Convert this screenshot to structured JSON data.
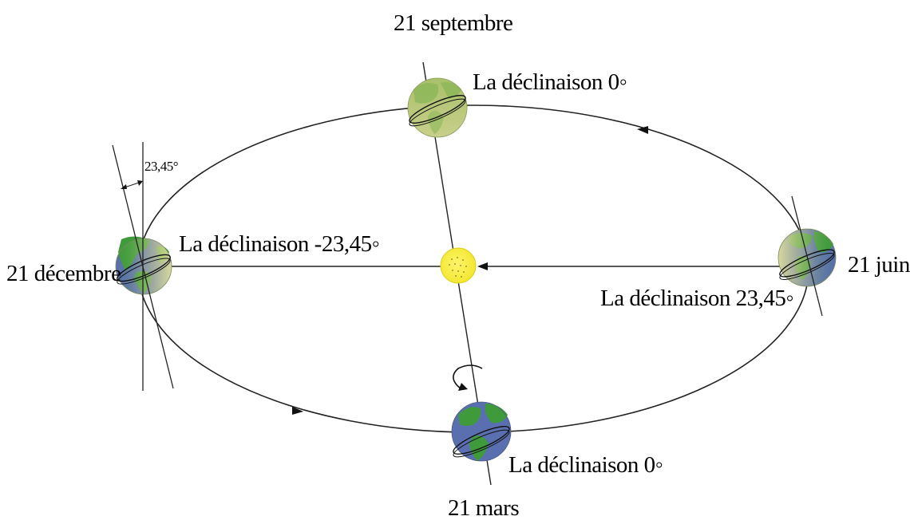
{
  "dates": {
    "september": "21 septembre",
    "december": "21 décembre",
    "june": "21 juin",
    "march": "21 mars"
  },
  "declinations": {
    "september": "La déclinaison 0◦",
    "december": "La déclinaison -23,45◦",
    "june": "La déclinaison 23,45◦",
    "march": "La déclinaison 0◦"
  },
  "tilt_angle": "23,45°",
  "colors": {
    "orbit": "#222222",
    "sun": "#f5ee3a",
    "ocean": "#5a6fb0",
    "land": "#3f9a3c",
    "night_shade": "#c8cf8a"
  }
}
